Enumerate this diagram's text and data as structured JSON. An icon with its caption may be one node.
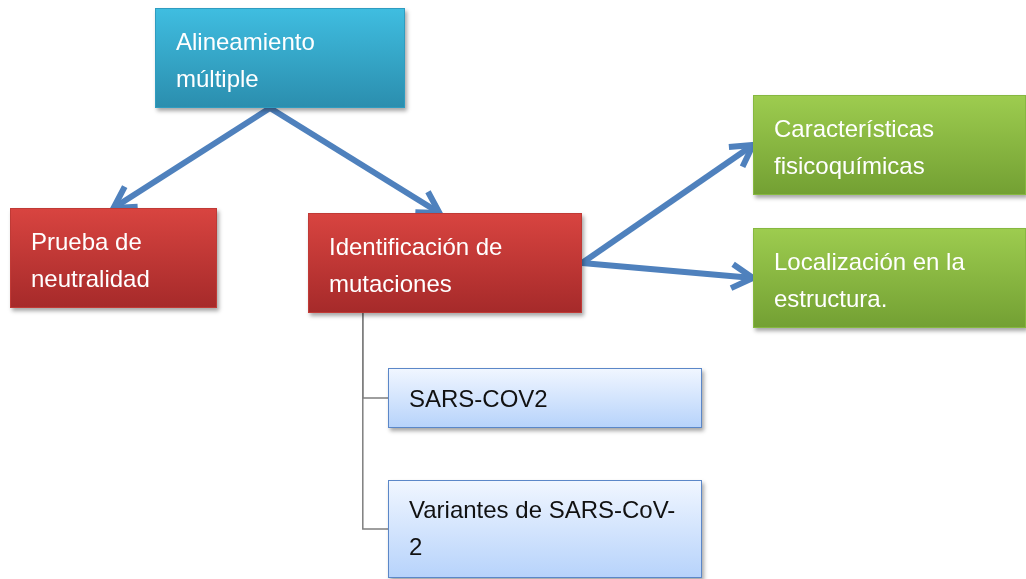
{
  "diagram": {
    "nodes": [
      {
        "text": [
          "Alineamiento múltiple"
        ]
      },
      {
        "text": [
          "Prueba de neutralidad"
        ]
      },
      {
        "text": [
          "Identificación de mutaciones"
        ]
      },
      {
        "text": [
          "Características fisicoquímicas"
        ]
      },
      {
        "text": [
          "Localización en la estructura."
        ]
      },
      {
        "text": [
          "SARS-COV2"
        ]
      },
      {
        "text": [
          "Variantes de SARS-CoV-2"
        ]
      }
    ],
    "edges": [
      {
        "from": 0,
        "to": 1,
        "arrow": "to"
      },
      {
        "from": 0,
        "to": 2,
        "arrow": "to"
      },
      {
        "from": 2,
        "to": 3,
        "arrow": "to"
      },
      {
        "from": 2,
        "to": 4,
        "arrow": "to"
      },
      {
        "from": 2,
        "to": 5,
        "arrow": "none",
        "color": "#7f7f7f"
      },
      {
        "from": 2,
        "to": 6,
        "arrow": "none",
        "color": "#7f7f7f"
      }
    ]
  }
}
